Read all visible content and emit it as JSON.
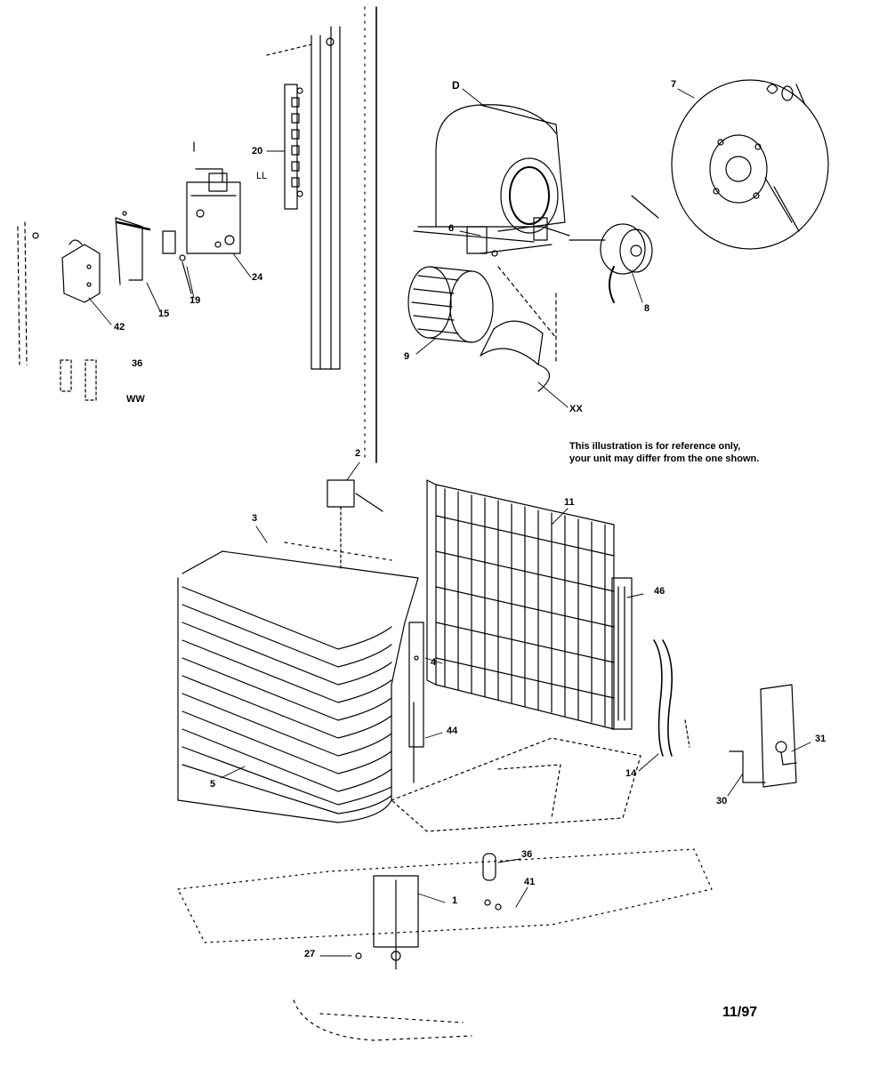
{
  "note": {
    "line1": "This illustration is for reference only,",
    "line2": "your unit may differ from the one shown."
  },
  "date": "11/97",
  "labels": {
    "l20": "20",
    "lLL": "LL",
    "l24": "24",
    "l19": "19",
    "l15": "15",
    "l42": "42",
    "l36a": "36",
    "lWW": "WW",
    "lD": "D",
    "l7": "7",
    "l6": "6",
    "l8": "8",
    "l9": "9",
    "lXX": "XX",
    "l2": "2",
    "l3": "3",
    "l11": "11",
    "l46": "46",
    "l4": "4",
    "l44": "44",
    "l5": "5",
    "l14": "14",
    "l31": "31",
    "l30": "30",
    "l36b": "36",
    "l41": "41",
    "l1": "1",
    "l27": "27"
  }
}
